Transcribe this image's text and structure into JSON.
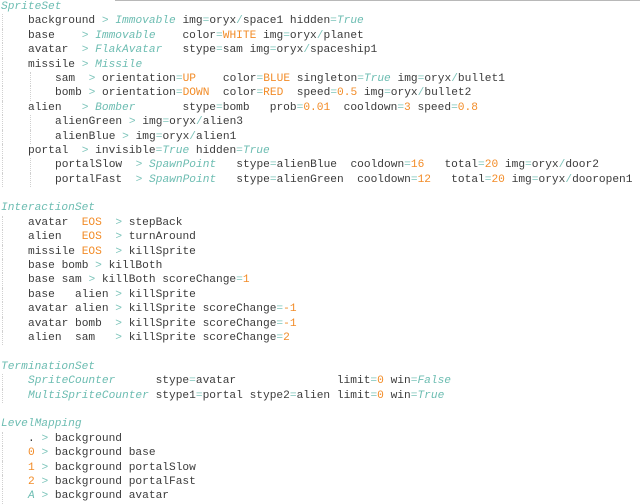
{
  "colors": {
    "text": "#3b3b3b",
    "keyword": "#6dbdb2",
    "operator": "#7cc4ba",
    "value": "#f28c28"
  },
  "sections": [
    {
      "heading": "SpriteSet",
      "lines": [
        {
          "indent": 1,
          "tokens": [
            [
              "background ",
              "t"
            ],
            [
              ">",
              "o"
            ],
            [
              " ",
              "t"
            ],
            [
              "Immovable",
              "k"
            ],
            [
              " img",
              "t"
            ],
            [
              "=",
              "o"
            ],
            [
              "oryx",
              "t"
            ],
            [
              "/",
              "o"
            ],
            [
              "space1 hidden",
              "t"
            ],
            [
              "=",
              "o"
            ],
            [
              "True",
              "k"
            ]
          ]
        },
        {
          "indent": 1,
          "tokens": [
            [
              "base    ",
              "t"
            ],
            [
              ">",
              "o"
            ],
            [
              " ",
              "t"
            ],
            [
              "Immovable",
              "k"
            ],
            [
              "    color",
              "t"
            ],
            [
              "=",
              "o"
            ],
            [
              "WHITE",
              "n"
            ],
            [
              " img",
              "t"
            ],
            [
              "=",
              "o"
            ],
            [
              "oryx",
              "t"
            ],
            [
              "/",
              "o"
            ],
            [
              "planet",
              "t"
            ]
          ]
        },
        {
          "indent": 1,
          "tokens": [
            [
              "avatar  ",
              "t"
            ],
            [
              ">",
              "o"
            ],
            [
              " ",
              "t"
            ],
            [
              "FlakAvatar",
              "k"
            ],
            [
              "   stype",
              "t"
            ],
            [
              "=",
              "o"
            ],
            [
              "sam img",
              "t"
            ],
            [
              "=",
              "o"
            ],
            [
              "oryx",
              "t"
            ],
            [
              "/",
              "o"
            ],
            [
              "spaceship1",
              "t"
            ]
          ]
        },
        {
          "indent": 1,
          "tokens": [
            [
              "missile ",
              "t"
            ],
            [
              ">",
              "o"
            ],
            [
              " ",
              "t"
            ],
            [
              "Missile",
              "k"
            ]
          ]
        },
        {
          "indent": 2,
          "tokens": [
            [
              "sam  ",
              "t"
            ],
            [
              ">",
              "o"
            ],
            [
              " orientation",
              "t"
            ],
            [
              "=",
              "o"
            ],
            [
              "UP",
              "n"
            ],
            [
              "    color",
              "t"
            ],
            [
              "=",
              "o"
            ],
            [
              "BLUE",
              "n"
            ],
            [
              " singleton",
              "t"
            ],
            [
              "=",
              "o"
            ],
            [
              "True",
              "k"
            ],
            [
              " img",
              "t"
            ],
            [
              "=",
              "o"
            ],
            [
              "oryx",
              "t"
            ],
            [
              "/",
              "o"
            ],
            [
              "bullet1",
              "t"
            ]
          ]
        },
        {
          "indent": 2,
          "tokens": [
            [
              "bomb ",
              "t"
            ],
            [
              ">",
              "o"
            ],
            [
              " orientation",
              "t"
            ],
            [
              "=",
              "o"
            ],
            [
              "DOWN",
              "n"
            ],
            [
              "  color",
              "t"
            ],
            [
              "=",
              "o"
            ],
            [
              "RED",
              "n"
            ],
            [
              "  speed",
              "t"
            ],
            [
              "=",
              "o"
            ],
            [
              "0.5",
              "n"
            ],
            [
              " img",
              "t"
            ],
            [
              "=",
              "o"
            ],
            [
              "oryx",
              "t"
            ],
            [
              "/",
              "o"
            ],
            [
              "bullet2",
              "t"
            ]
          ]
        },
        {
          "indent": 1,
          "tokens": [
            [
              "alien   ",
              "t"
            ],
            [
              ">",
              "o"
            ],
            [
              " ",
              "t"
            ],
            [
              "Bomber",
              "k"
            ],
            [
              "       stype",
              "t"
            ],
            [
              "=",
              "o"
            ],
            [
              "bomb   prob",
              "t"
            ],
            [
              "=",
              "o"
            ],
            [
              "0.01",
              "n"
            ],
            [
              "  cooldown",
              "t"
            ],
            [
              "=",
              "o"
            ],
            [
              "3",
              "n"
            ],
            [
              " speed",
              "t"
            ],
            [
              "=",
              "o"
            ],
            [
              "0.8",
              "n"
            ]
          ]
        },
        {
          "indent": 2,
          "tokens": [
            [
              "alienGreen ",
              "t"
            ],
            [
              ">",
              "o"
            ],
            [
              " img",
              "t"
            ],
            [
              "=",
              "o"
            ],
            [
              "oryx",
              "t"
            ],
            [
              "/",
              "o"
            ],
            [
              "alien3",
              "t"
            ]
          ]
        },
        {
          "indent": 2,
          "tokens": [
            [
              "alienBlue ",
              "t"
            ],
            [
              ">",
              "o"
            ],
            [
              " img",
              "t"
            ],
            [
              "=",
              "o"
            ],
            [
              "oryx",
              "t"
            ],
            [
              "/",
              "o"
            ],
            [
              "alien1",
              "t"
            ]
          ]
        },
        {
          "indent": 1,
          "tokens": [
            [
              "portal  ",
              "t"
            ],
            [
              ">",
              "o"
            ],
            [
              " invisible",
              "t"
            ],
            [
              "=",
              "o"
            ],
            [
              "True",
              "k"
            ],
            [
              " hidden",
              "t"
            ],
            [
              "=",
              "o"
            ],
            [
              "True",
              "k"
            ]
          ]
        },
        {
          "indent": 2,
          "tokens": [
            [
              "portalSlow  ",
              "t"
            ],
            [
              ">",
              "o"
            ],
            [
              " ",
              "t"
            ],
            [
              "SpawnPoint",
              "k"
            ],
            [
              "   stype",
              "t"
            ],
            [
              "=",
              "o"
            ],
            [
              "alienBlue  cooldown",
              "t"
            ],
            [
              "=",
              "o"
            ],
            [
              "16",
              "n"
            ],
            [
              "   total",
              "t"
            ],
            [
              "=",
              "o"
            ],
            [
              "20",
              "n"
            ],
            [
              " img",
              "t"
            ],
            [
              "=",
              "o"
            ],
            [
              "oryx",
              "t"
            ],
            [
              "/",
              "o"
            ],
            [
              "door2",
              "t"
            ]
          ]
        },
        {
          "indent": 2,
          "tokens": [
            [
              "portalFast  ",
              "t"
            ],
            [
              ">",
              "o"
            ],
            [
              " ",
              "t"
            ],
            [
              "SpawnPoint",
              "k"
            ],
            [
              "   stype",
              "t"
            ],
            [
              "=",
              "o"
            ],
            [
              "alienGreen  cooldown",
              "t"
            ],
            [
              "=",
              "o"
            ],
            [
              "12",
              "n"
            ],
            [
              "   total",
              "t"
            ],
            [
              "=",
              "o"
            ],
            [
              "20",
              "n"
            ],
            [
              " img",
              "t"
            ],
            [
              "=",
              "o"
            ],
            [
              "oryx",
              "t"
            ],
            [
              "/",
              "o"
            ],
            [
              "dooropen1",
              "t"
            ]
          ]
        }
      ]
    },
    {
      "heading": "InteractionSet",
      "lines": [
        {
          "indent": 1,
          "tokens": [
            [
              "avatar  ",
              "t"
            ],
            [
              "EOS",
              "n"
            ],
            [
              "  ",
              "t"
            ],
            [
              ">",
              "o"
            ],
            [
              " stepBack",
              "t"
            ]
          ]
        },
        {
          "indent": 1,
          "tokens": [
            [
              "alien   ",
              "t"
            ],
            [
              "EOS",
              "n"
            ],
            [
              "  ",
              "t"
            ],
            [
              ">",
              "o"
            ],
            [
              " turnAround",
              "t"
            ]
          ]
        },
        {
          "indent": 1,
          "tokens": [
            [
              "missile ",
              "t"
            ],
            [
              "EOS",
              "n"
            ],
            [
              "  ",
              "t"
            ],
            [
              ">",
              "o"
            ],
            [
              " killSprite",
              "t"
            ]
          ]
        },
        {
          "indent": 1,
          "tokens": [
            [
              "base bomb ",
              "t"
            ],
            [
              ">",
              "o"
            ],
            [
              " killBoth",
              "t"
            ]
          ]
        },
        {
          "indent": 1,
          "tokens": [
            [
              "base sam ",
              "t"
            ],
            [
              ">",
              "o"
            ],
            [
              " killBoth scoreChange",
              "t"
            ],
            [
              "=",
              "o"
            ],
            [
              "1",
              "n"
            ]
          ]
        },
        {
          "indent": 1,
          "tokens": [
            [
              "base   alien ",
              "t"
            ],
            [
              ">",
              "o"
            ],
            [
              " killSprite",
              "t"
            ]
          ]
        },
        {
          "indent": 1,
          "tokens": [
            [
              "avatar alien ",
              "t"
            ],
            [
              ">",
              "o"
            ],
            [
              " killSprite scoreChange",
              "t"
            ],
            [
              "=",
              "o"
            ],
            [
              "-1",
              "n"
            ]
          ]
        },
        {
          "indent": 1,
          "tokens": [
            [
              "avatar bomb  ",
              "t"
            ],
            [
              ">",
              "o"
            ],
            [
              " killSprite scoreChange",
              "t"
            ],
            [
              "=",
              "o"
            ],
            [
              "-1",
              "n"
            ]
          ]
        },
        {
          "indent": 1,
          "tokens": [
            [
              "alien  sam   ",
              "t"
            ],
            [
              ">",
              "o"
            ],
            [
              " killSprite scoreChange",
              "t"
            ],
            [
              "=",
              "o"
            ],
            [
              "2",
              "n"
            ]
          ]
        }
      ]
    },
    {
      "heading": "TerminationSet",
      "lines": [
        {
          "indent": 1,
          "tokens": [
            [
              "SpriteCounter",
              "k"
            ],
            [
              "      stype",
              "t"
            ],
            [
              "=",
              "o"
            ],
            [
              "avatar               limit",
              "t"
            ],
            [
              "=",
              "o"
            ],
            [
              "0",
              "n"
            ],
            [
              " win",
              "t"
            ],
            [
              "=",
              "o"
            ],
            [
              "False",
              "k"
            ]
          ]
        },
        {
          "indent": 1,
          "tokens": [
            [
              "MultiSpriteCounter",
              "k"
            ],
            [
              " stype1",
              "t"
            ],
            [
              "=",
              "o"
            ],
            [
              "portal stype2",
              "t"
            ],
            [
              "=",
              "o"
            ],
            [
              "alien limit",
              "t"
            ],
            [
              "=",
              "o"
            ],
            [
              "0",
              "n"
            ],
            [
              " win",
              "t"
            ],
            [
              "=",
              "o"
            ],
            [
              "True",
              "k"
            ]
          ]
        }
      ]
    },
    {
      "heading": "LevelMapping",
      "lines": [
        {
          "indent": 1,
          "tokens": [
            [
              ".",
              "t"
            ],
            [
              " ",
              "t"
            ],
            [
              ">",
              "o"
            ],
            [
              " background",
              "t"
            ]
          ]
        },
        {
          "indent": 1,
          "tokens": [
            [
              "0",
              "n"
            ],
            [
              " ",
              "t"
            ],
            [
              ">",
              "o"
            ],
            [
              " background base",
              "t"
            ]
          ]
        },
        {
          "indent": 1,
          "tokens": [
            [
              "1",
              "n"
            ],
            [
              " ",
              "t"
            ],
            [
              ">",
              "o"
            ],
            [
              " background portalSlow",
              "t"
            ]
          ]
        },
        {
          "indent": 1,
          "tokens": [
            [
              "2",
              "n"
            ],
            [
              " ",
              "t"
            ],
            [
              ">",
              "o"
            ],
            [
              " background portalFast",
              "t"
            ]
          ]
        },
        {
          "indent": 1,
          "tokens": [
            [
              "A",
              "k"
            ],
            [
              " ",
              "t"
            ],
            [
              ">",
              "o"
            ],
            [
              " background avatar",
              "t"
            ]
          ]
        }
      ]
    }
  ]
}
